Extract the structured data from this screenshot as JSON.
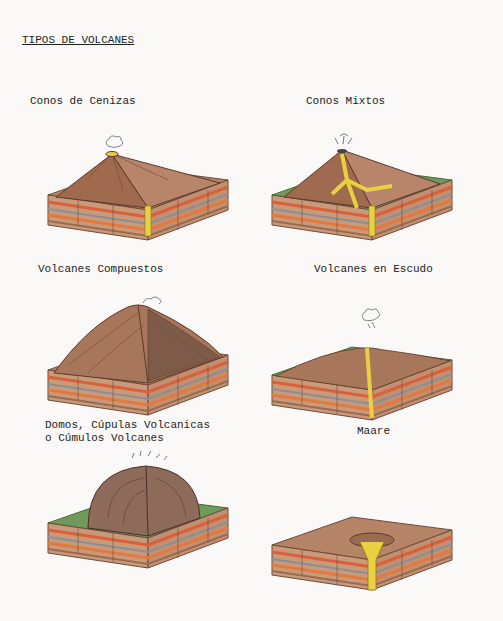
{
  "diagram": {
    "title": "TIPOS DE VOLCANES",
    "labels": [
      "Conos de Cenizas",
      "Conos Mixtos",
      "Volcanes Compuestos",
      "Volcanes en Escudo",
      "Domos, Cúpulas Volcanicas o Cúmulos Volcanes",
      "Maare"
    ]
  }
}
